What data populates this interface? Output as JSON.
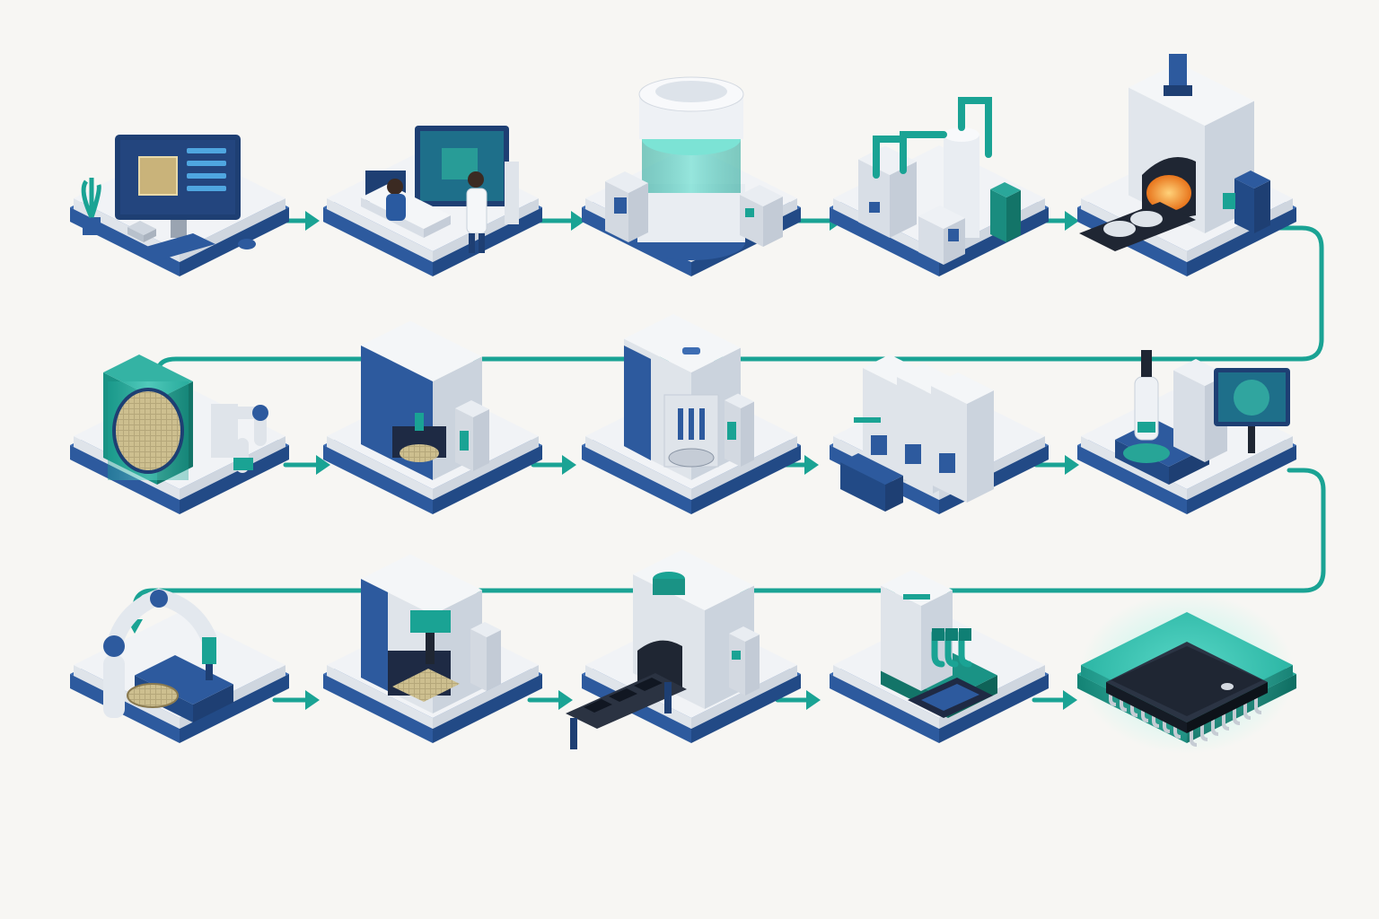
{
  "colors": {
    "background": "#f7f6f3",
    "navy": "#2d5a9e",
    "navy_dark": "#1e3f73",
    "teal": "#1aa394",
    "teal_dark": "#0f7f74",
    "panel_white": "#eceff3",
    "panel_shadow": "#c9d1dc",
    "screen": "#23457e",
    "accent_orange": "#f29b2e",
    "chip_body": "#1f2633"
  },
  "flow": {
    "rows": 3,
    "stations_per_row": 5,
    "direction": "serpentine-left-to-right",
    "stations": [
      {
        "step": 1,
        "icon": "chip-design-workstation-icon"
      },
      {
        "step": 2,
        "icon": "engineers-lab-icon"
      },
      {
        "step": 3,
        "icon": "crystal-growth-reactor-icon"
      },
      {
        "step": 4,
        "icon": "chemical-processing-plant-icon"
      },
      {
        "step": 5,
        "icon": "thermal-oxidation-furnace-icon"
      },
      {
        "step": 6,
        "icon": "wafer-cleanroom-robot-icon"
      },
      {
        "step": 7,
        "icon": "photolithography-stepper-icon"
      },
      {
        "step": 8,
        "icon": "etching-machine-icon"
      },
      {
        "step": 9,
        "icon": "deposition-cluster-tool-icon"
      },
      {
        "step": 10,
        "icon": "wafer-inspection-microscope-icon"
      },
      {
        "step": 11,
        "icon": "wafer-handling-robot-arm-icon"
      },
      {
        "step": 12,
        "icon": "dicing-machine-icon"
      },
      {
        "step": 13,
        "icon": "packaging-oven-conveyor-icon"
      },
      {
        "step": 14,
        "icon": "wire-bonding-tester-icon"
      },
      {
        "step": 15,
        "icon": "finished-microchip-icon"
      }
    ]
  }
}
